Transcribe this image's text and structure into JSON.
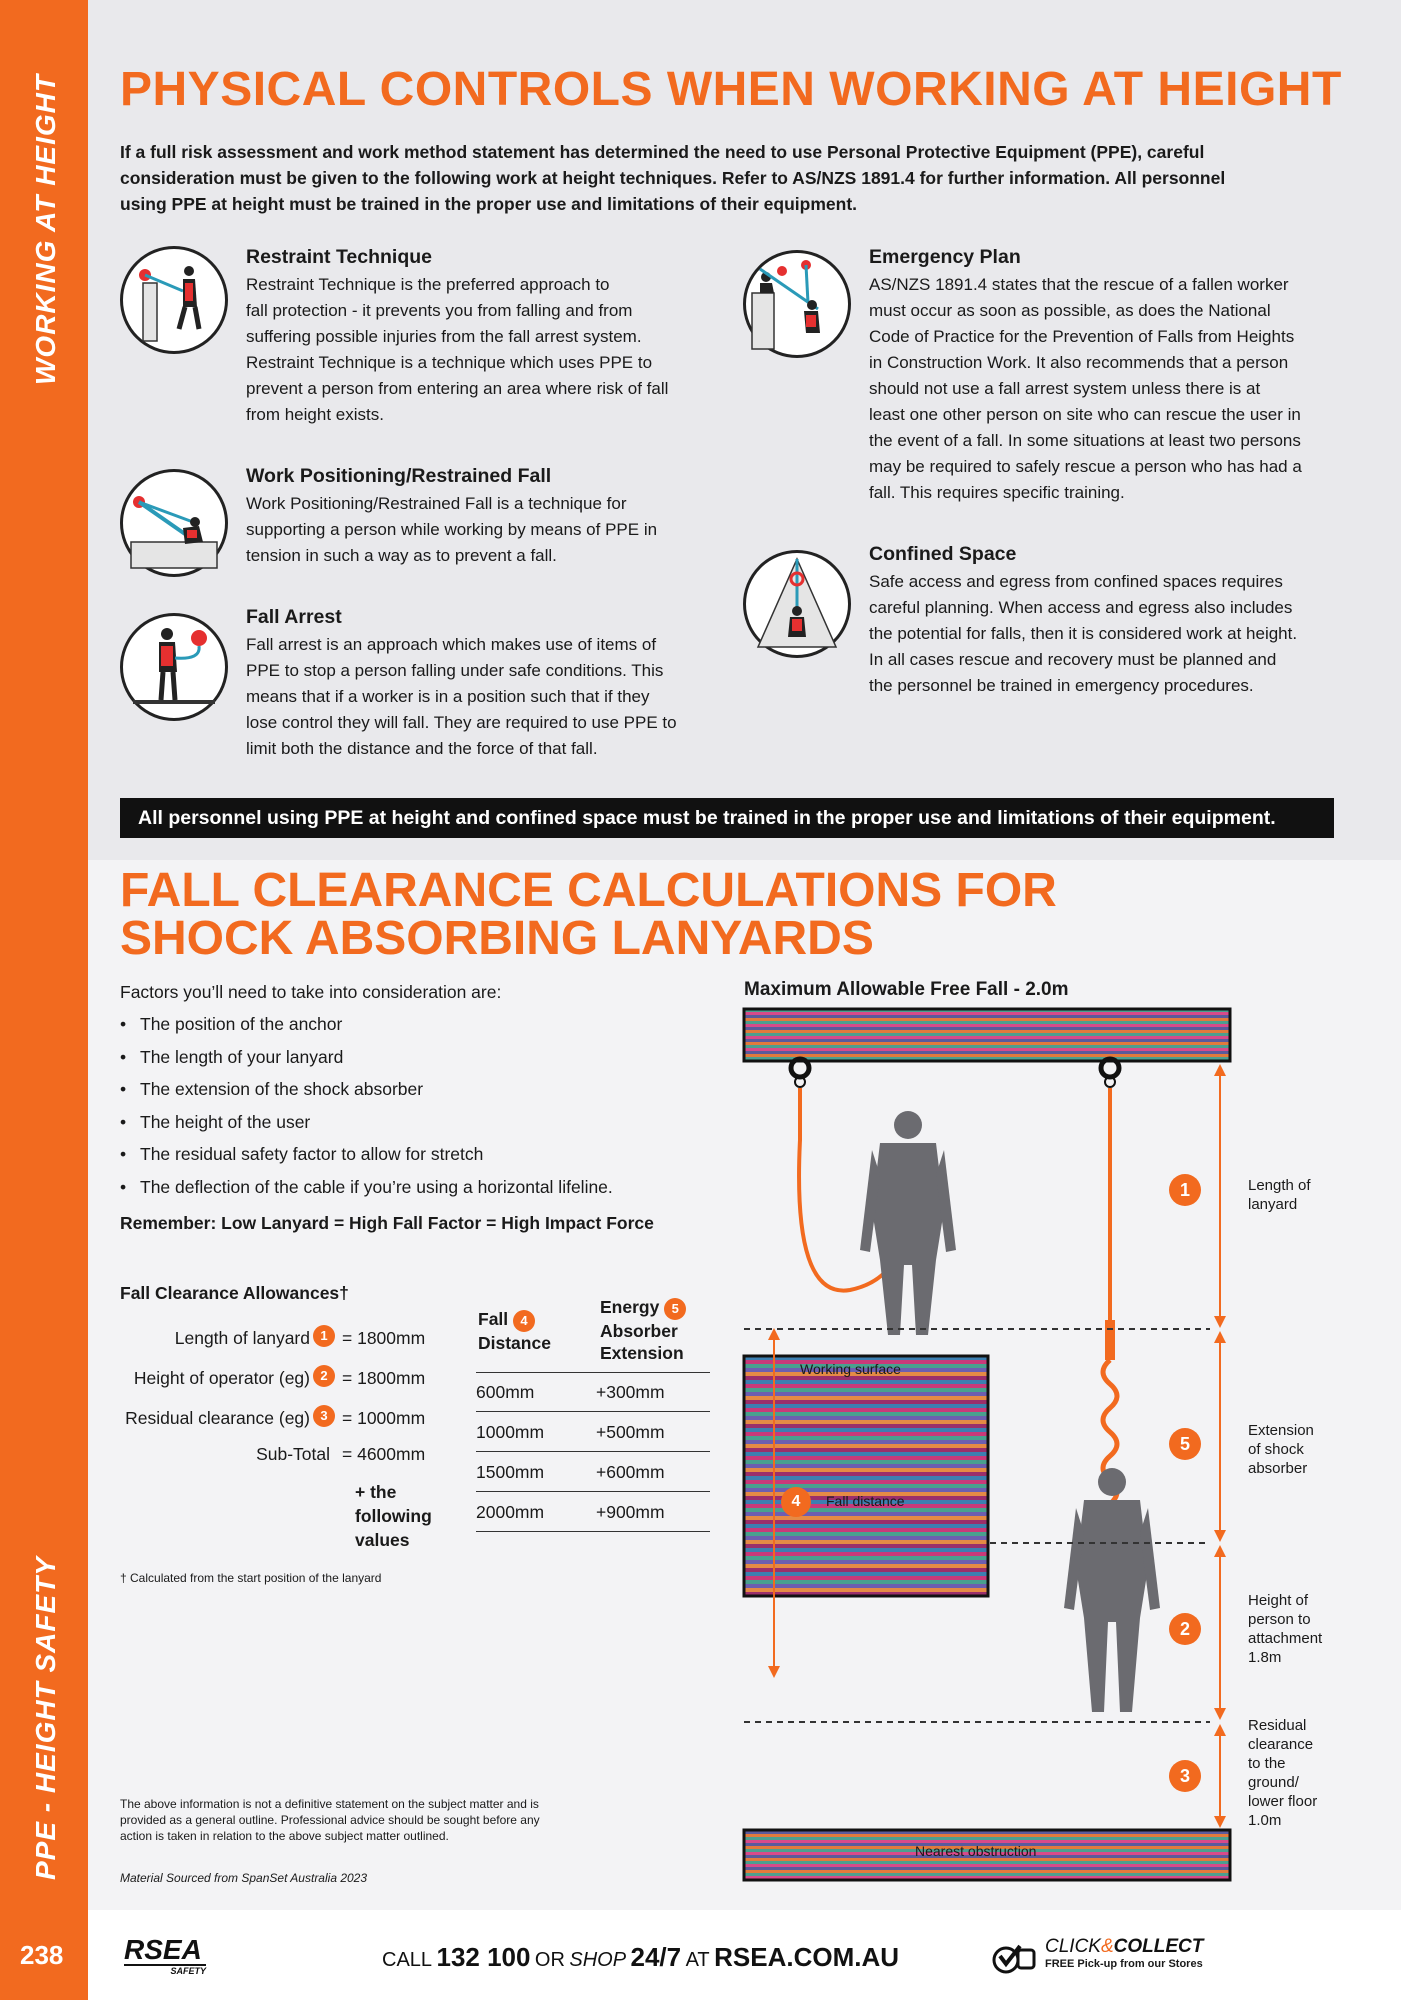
{
  "sidebar": {
    "top_label": "WORKING AT HEIGHT",
    "bottom_label": "PPE - HEIGHT SAFETY",
    "page_number": "238"
  },
  "physical_controls": {
    "title": "PHYSICAL CONTROLS WHEN WORKING AT HEIGHT",
    "intro": [
      "If a full risk assessment and work method statement has determined the need to use Personal Protective Equipment (PPE),  careful",
      "consideration must be given to the following work at height techniques. Refer to AS/NZS 1891.4 for further information.  All personnel",
      "using PPE at height must be trained in the proper use and limitations of their equipment."
    ],
    "restraint": {
      "title": "Restraint Technique",
      "lines": [
        "Restraint Technique is the preferred approach to",
        "fall protection - it prevents you from falling and from",
        "suffering possible injuries from the fall arrest system.",
        "Restraint Technique is a technique which uses PPE to",
        "prevent a person from entering an area where risk of fall",
        "from height exists."
      ]
    },
    "work_positioning": {
      "title": "Work Positioning/Restrained Fall",
      "lines": [
        "Work Positioning/Restrained Fall is a technique for",
        "supporting a person while working by means of PPE in",
        "tension in such a way as to prevent a fall."
      ]
    },
    "fall_arrest": {
      "title": "Fall Arrest",
      "lines": [
        "Fall arrest is an approach which makes use of items of",
        "PPE to stop a person falling under safe conditions. This",
        "means that if a worker is in a position such that if they",
        "lose control they will fall. They are required to use PPE to",
        "limit both the distance and the force of that fall."
      ]
    },
    "emergency": {
      "title": "Emergency Plan",
      "lines": [
        "AS/NZS 1891.4 states that the rescue of a fallen worker",
        "must occur as soon as possible, as does the National",
        "Code of Practice for the Prevention of Falls from Heights",
        "in Construction Work. It also recommends that a person",
        "should not use a fall arrest system unless there is at",
        "least one other person on site who can rescue the user in",
        "the event of a fall. In some situations at least two persons",
        "may be required to safely rescue a person who has had a",
        "fall. This requires specific training."
      ]
    },
    "confined": {
      "title": "Confined Space",
      "lines": [
        "Safe access and egress from confined spaces requires",
        "careful planning. When access and egress also includes",
        "the potential for falls, then it is considered work at height.",
        "In all cases rescue and recovery must be planned and",
        "the personnel be trained in emergency procedures."
      ]
    },
    "banner": "All personnel using PPE at height and confined space must be trained in the proper use and limitations of their equipment."
  },
  "fall_clearance": {
    "title_line1": "FALL CLEARANCE CALCULATIONS FOR",
    "title_line2": "SHOCK ABSORBING LANYARDS",
    "factors_intro": "Factors you’ll need to take into consideration are:",
    "factors": [
      "The position of the anchor",
      "The length of your lanyard",
      "The extension of the shock absorber",
      "The height of the user",
      "The residual safety factor to allow for stretch",
      "The deflection of the cable if you’re using a horizontal lifeline."
    ],
    "remember": "Remember: Low Lanyard = High Fall Factor = High Impact Force",
    "allowances_title": "Fall Clearance Allowances†",
    "allowances": [
      {
        "label": "Length of lanyard",
        "badge": "1",
        "value": "= 1800mm"
      },
      {
        "label": "Height of operator (eg)",
        "badge": "2",
        "value": "= 1800mm"
      },
      {
        "label": "Residual clearance (eg)",
        "badge": "3",
        "value": "= 1000mm"
      }
    ],
    "subtotal_label": "Sub-Total",
    "subtotal_value": "= 4600mm",
    "plus_line1": "+ the",
    "plus_line2": "following",
    "plus_line3": "values",
    "footnote": "† Calculated from the start position of the lanyard",
    "table": {
      "col1_line1": "Fall",
      "col1_line2": "Distance",
      "col1_badge": "4",
      "col2_line1": "Energy",
      "col2_line2": "Absorber",
      "col2_line3": "Extension",
      "col2_badge": "5",
      "rows": [
        {
          "fall": "600mm",
          "ext": "+300mm"
        },
        {
          "fall": "1000mm",
          "ext": "+500mm"
        },
        {
          "fall": "1500mm",
          "ext": "+600mm"
        },
        {
          "fall": "2000mm",
          "ext": "+900mm"
        }
      ]
    },
    "disclaimer": [
      "The above information is not a definitive statement on the subject matter and is",
      "provided as a general outline. Professional advice should be sought before any",
      "action is taken in relation to the above subject matter outlined."
    ],
    "source": "Material Sourced from SpanSet Australia 2023",
    "diagram": {
      "title": "Maximum Allowable Free Fall - 2.0m",
      "working_surface": "Working surface",
      "fall_distance": "Fall distance",
      "fall_badge": "4",
      "nearest_obstruction": "Nearest obstruction",
      "callouts": [
        {
          "badge": "1",
          "lines": [
            "Length of",
            "lanyard"
          ]
        },
        {
          "badge": "5",
          "lines": [
            "Extension",
            "of shock",
            "absorber"
          ]
        },
        {
          "badge": "2",
          "lines": [
            "Height of",
            "person to",
            "attachment",
            "1.8m"
          ]
        },
        {
          "badge": "3",
          "lines": [
            "Residual",
            "clearance",
            "to the",
            "ground/",
            "lower floor",
            "1.0m"
          ]
        }
      ],
      "colors": {
        "orange": "#f26a1f",
        "figure": "#6b6b70"
      }
    }
  },
  "footer": {
    "logo_text": "RSEA",
    "logo_sub": "SAFETY",
    "call": "CALL",
    "phone": "132 100",
    "or_shop": "OR",
    "shop": "SHOP",
    "hours": "24/7",
    "at": "AT",
    "site": "RSEA.COM.AU",
    "click": "CLICK",
    "amp": "&",
    "collect": "COLLECT",
    "free": "FREE Pick-up from our Stores"
  }
}
